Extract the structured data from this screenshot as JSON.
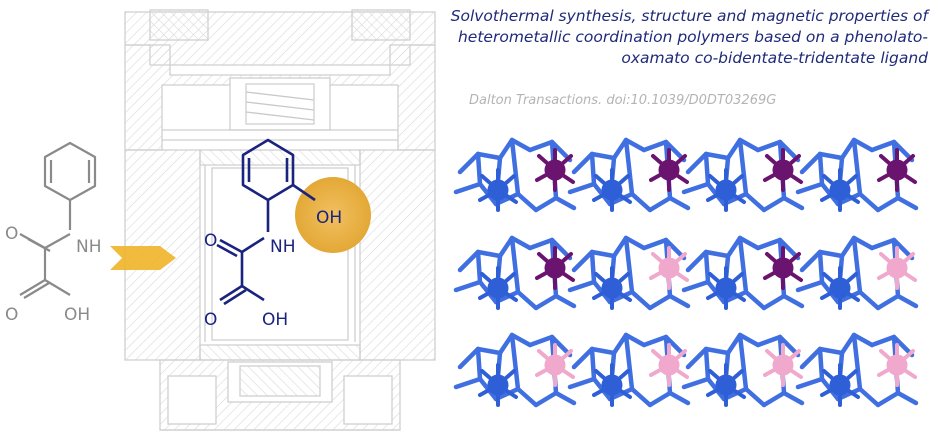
{
  "header": {
    "title": "Solvothermal synthesis, structure and magnetic properties of heterometallic coordination polymers based on a phenolato-oxamato co-bidentate-tridentate ligand",
    "citation": "Dalton Transactions. doi:10.1039/D0DT03269G"
  },
  "left_molecule": {
    "nh_label": "NH",
    "o_top_label": "O",
    "o_bottom_label": "O",
    "oh_label": "OH"
  },
  "center_molecule": {
    "oh_phenol_label": "OH",
    "nh_label": "NH",
    "o_top_label": "O",
    "o_bottom_label": "O",
    "oh_acid_label": "OH"
  },
  "colors": {
    "title": "#1f2a7a",
    "citation": "#b4b4b4",
    "grey_molecule": "#8a8a8a",
    "navy_molecule": "#1a237e",
    "highlight": "#e8b23a",
    "arrow": "#f0b429",
    "ligand_blue": "#3f6fe0",
    "metal_blue": "#2f5fd6",
    "metal_purple": "#6a1470",
    "metal_pink": "#f0a8cc",
    "autoclave_lines": "#d3d3d3"
  },
  "chains": {
    "rows": [
      [
        "blue",
        "purple",
        "blue",
        "purple",
        "blue",
        "purple",
        "blue",
        "purple"
      ],
      [
        "blue",
        "purple",
        "blue",
        "pink",
        "blue",
        "purple",
        "blue",
        "pink"
      ],
      [
        "blue",
        "pink",
        "blue",
        "pink",
        "blue",
        "pink",
        "blue",
        "pink"
      ]
    ]
  }
}
